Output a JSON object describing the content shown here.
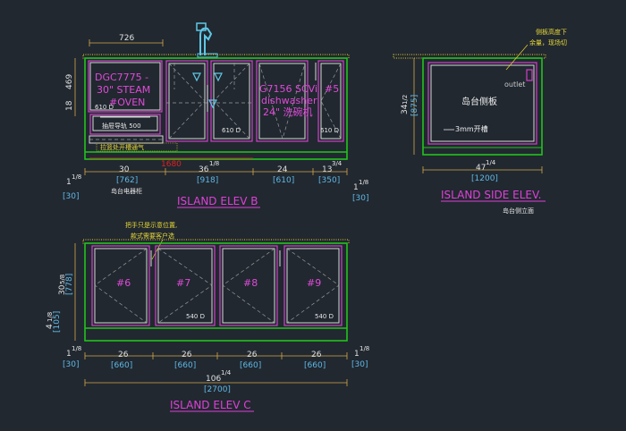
{
  "elev_b": {
    "title": "ISLAND ELEV B",
    "subtitle": "岛台电器柜",
    "top_dim": "726",
    "left_dim_469": "469",
    "left_dim_18": "18",
    "appliance_1_line1": "DGC7775 -",
    "appliance_1_line2": "30\" STEAM",
    "appliance_1_line3": "#OVEN",
    "depth_610_a": "610 D",
    "depth_610_b": "610 D",
    "depth_610_c": "610 D",
    "drawer_label": "抽屉导轨 500",
    "note_bottom": "拉篮处开槽通气",
    "appliance_2_line1": "G7156 SCVi",
    "appliance_2_line2": "dishwasher",
    "appliance_2_line3": "24\" 洗碗机",
    "door_5": "#5",
    "red_dim": "1680",
    "dims_bottom": {
      "d1_in": "30",
      "d1_mm": "[762]",
      "d2_in": "36",
      "d2_frac": "1/8",
      "d2_mm": "[918]",
      "d3_in": "24",
      "d3_mm": "[610]",
      "d4_in": "13",
      "d4_frac": "3/4",
      "d4_mm": "[350]",
      "left_in": "1",
      "left_frac": "1/8",
      "left_mm": "[30]",
      "right_in": "1",
      "right_frac": "1/8",
      "right_mm": "[30]"
    }
  },
  "side": {
    "title": "ISLAND SIDE ELEV.",
    "subtitle": "岛台侧立面",
    "note_line1": "侧板高度下",
    "note_line2": "余量，现场切",
    "outlet": "outlet",
    "panel_label": "岛台侧板",
    "groove": "3mm开槽",
    "h_in": "34",
    "h_frac": "1/2",
    "h_mm": "[875]",
    "w_in": "47",
    "w_frac": "1/4",
    "w_mm": "[1200]"
  },
  "elev_c": {
    "title": "ISLAND ELEV C",
    "note_line1": "把手只是示意位置,",
    "note_line2": "款式需要客户选",
    "doors": [
      "#6",
      "#7",
      "#8",
      "#9"
    ],
    "depth_a": "540 D",
    "depth_b": "540 D",
    "h_in": "30",
    "h_frac": "5/8",
    "h_mm": "[778]",
    "base_in": "4",
    "base_frac": "1/8",
    "base_mm": "[105]",
    "dims_bottom": {
      "left_in": "1",
      "left_frac": "1/8",
      "left_mm": "[30]",
      "c1_in": "26",
      "c1_mm": "[660]",
      "c2_in": "26",
      "c2_mm": "[660]",
      "c3_in": "26",
      "c3_mm": "[660]",
      "c4_in": "26",
      "c4_mm": "[660]",
      "right_in": "1",
      "right_frac": "1/8",
      "right_mm": "[30]",
      "total_in": "106",
      "total_frac": "1/4",
      "total_mm": "[2700]"
    }
  }
}
